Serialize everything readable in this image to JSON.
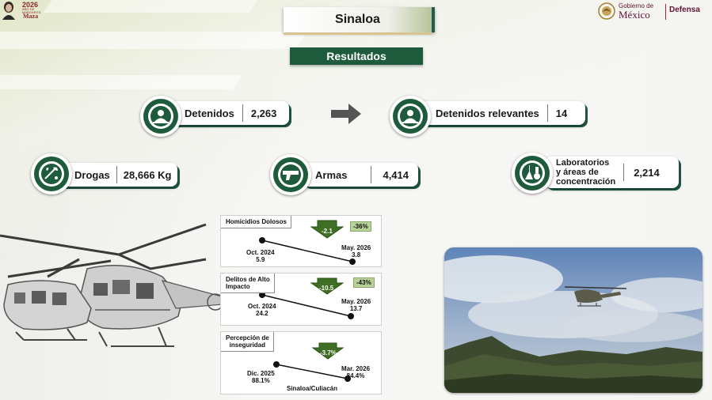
{
  "header": {
    "left_logo_year": "2026",
    "left_logo_sub": "AÑO DE MARGARITA",
    "left_logo_name": "Maza",
    "gov_line1": "Gobierno de",
    "gov_line2": "México",
    "ministry": "Defensa"
  },
  "title": "Sinaloa",
  "subtitle": "Resultados",
  "stats": {
    "detenidos": {
      "label": "Detenidos",
      "value": "2,263"
    },
    "relevantes": {
      "label": "Detenidos relevantes",
      "value": "14"
    },
    "drogas": {
      "label": "Drogas",
      "value": "28,666 Kg"
    },
    "armas": {
      "label": "Armas",
      "value": "4,414"
    },
    "laboratorios": {
      "label_1": "Laboratorios",
      "label_2": "y áreas de",
      "label_3": "concentración",
      "value": "2,214"
    }
  },
  "indicators": [
    {
      "title": "Homicidios Dolosos",
      "delta": "-2.1",
      "pct": "-36%",
      "start_label": "Oct. 2024",
      "start_value": "5.9",
      "end_label": "May. 2026",
      "end_value": "3.8"
    },
    {
      "title_1": "Delitos de Alto",
      "title_2": "Impacto",
      "delta": "-10.5",
      "pct": "-43%",
      "start_label": "Oct. 2024",
      "start_value": "24.2",
      "end_label": "May. 2026",
      "end_value": "13.7"
    },
    {
      "title_1": "Percepción de",
      "title_2": "inseguridad",
      "delta": "-3.7%",
      "start_label": "Dic. 2025",
      "start_value": "88.1%",
      "end_label": "Mar. 2026",
      "end_value": "84.4%"
    }
  ],
  "footer_label": "Sinaloa/Culiacán",
  "colors": {
    "brand_green": "#1e5b3c",
    "accent_green": "#235b4e",
    "gov_maroon": "#611232",
    "delta_arrow": "#4a7a2a"
  }
}
